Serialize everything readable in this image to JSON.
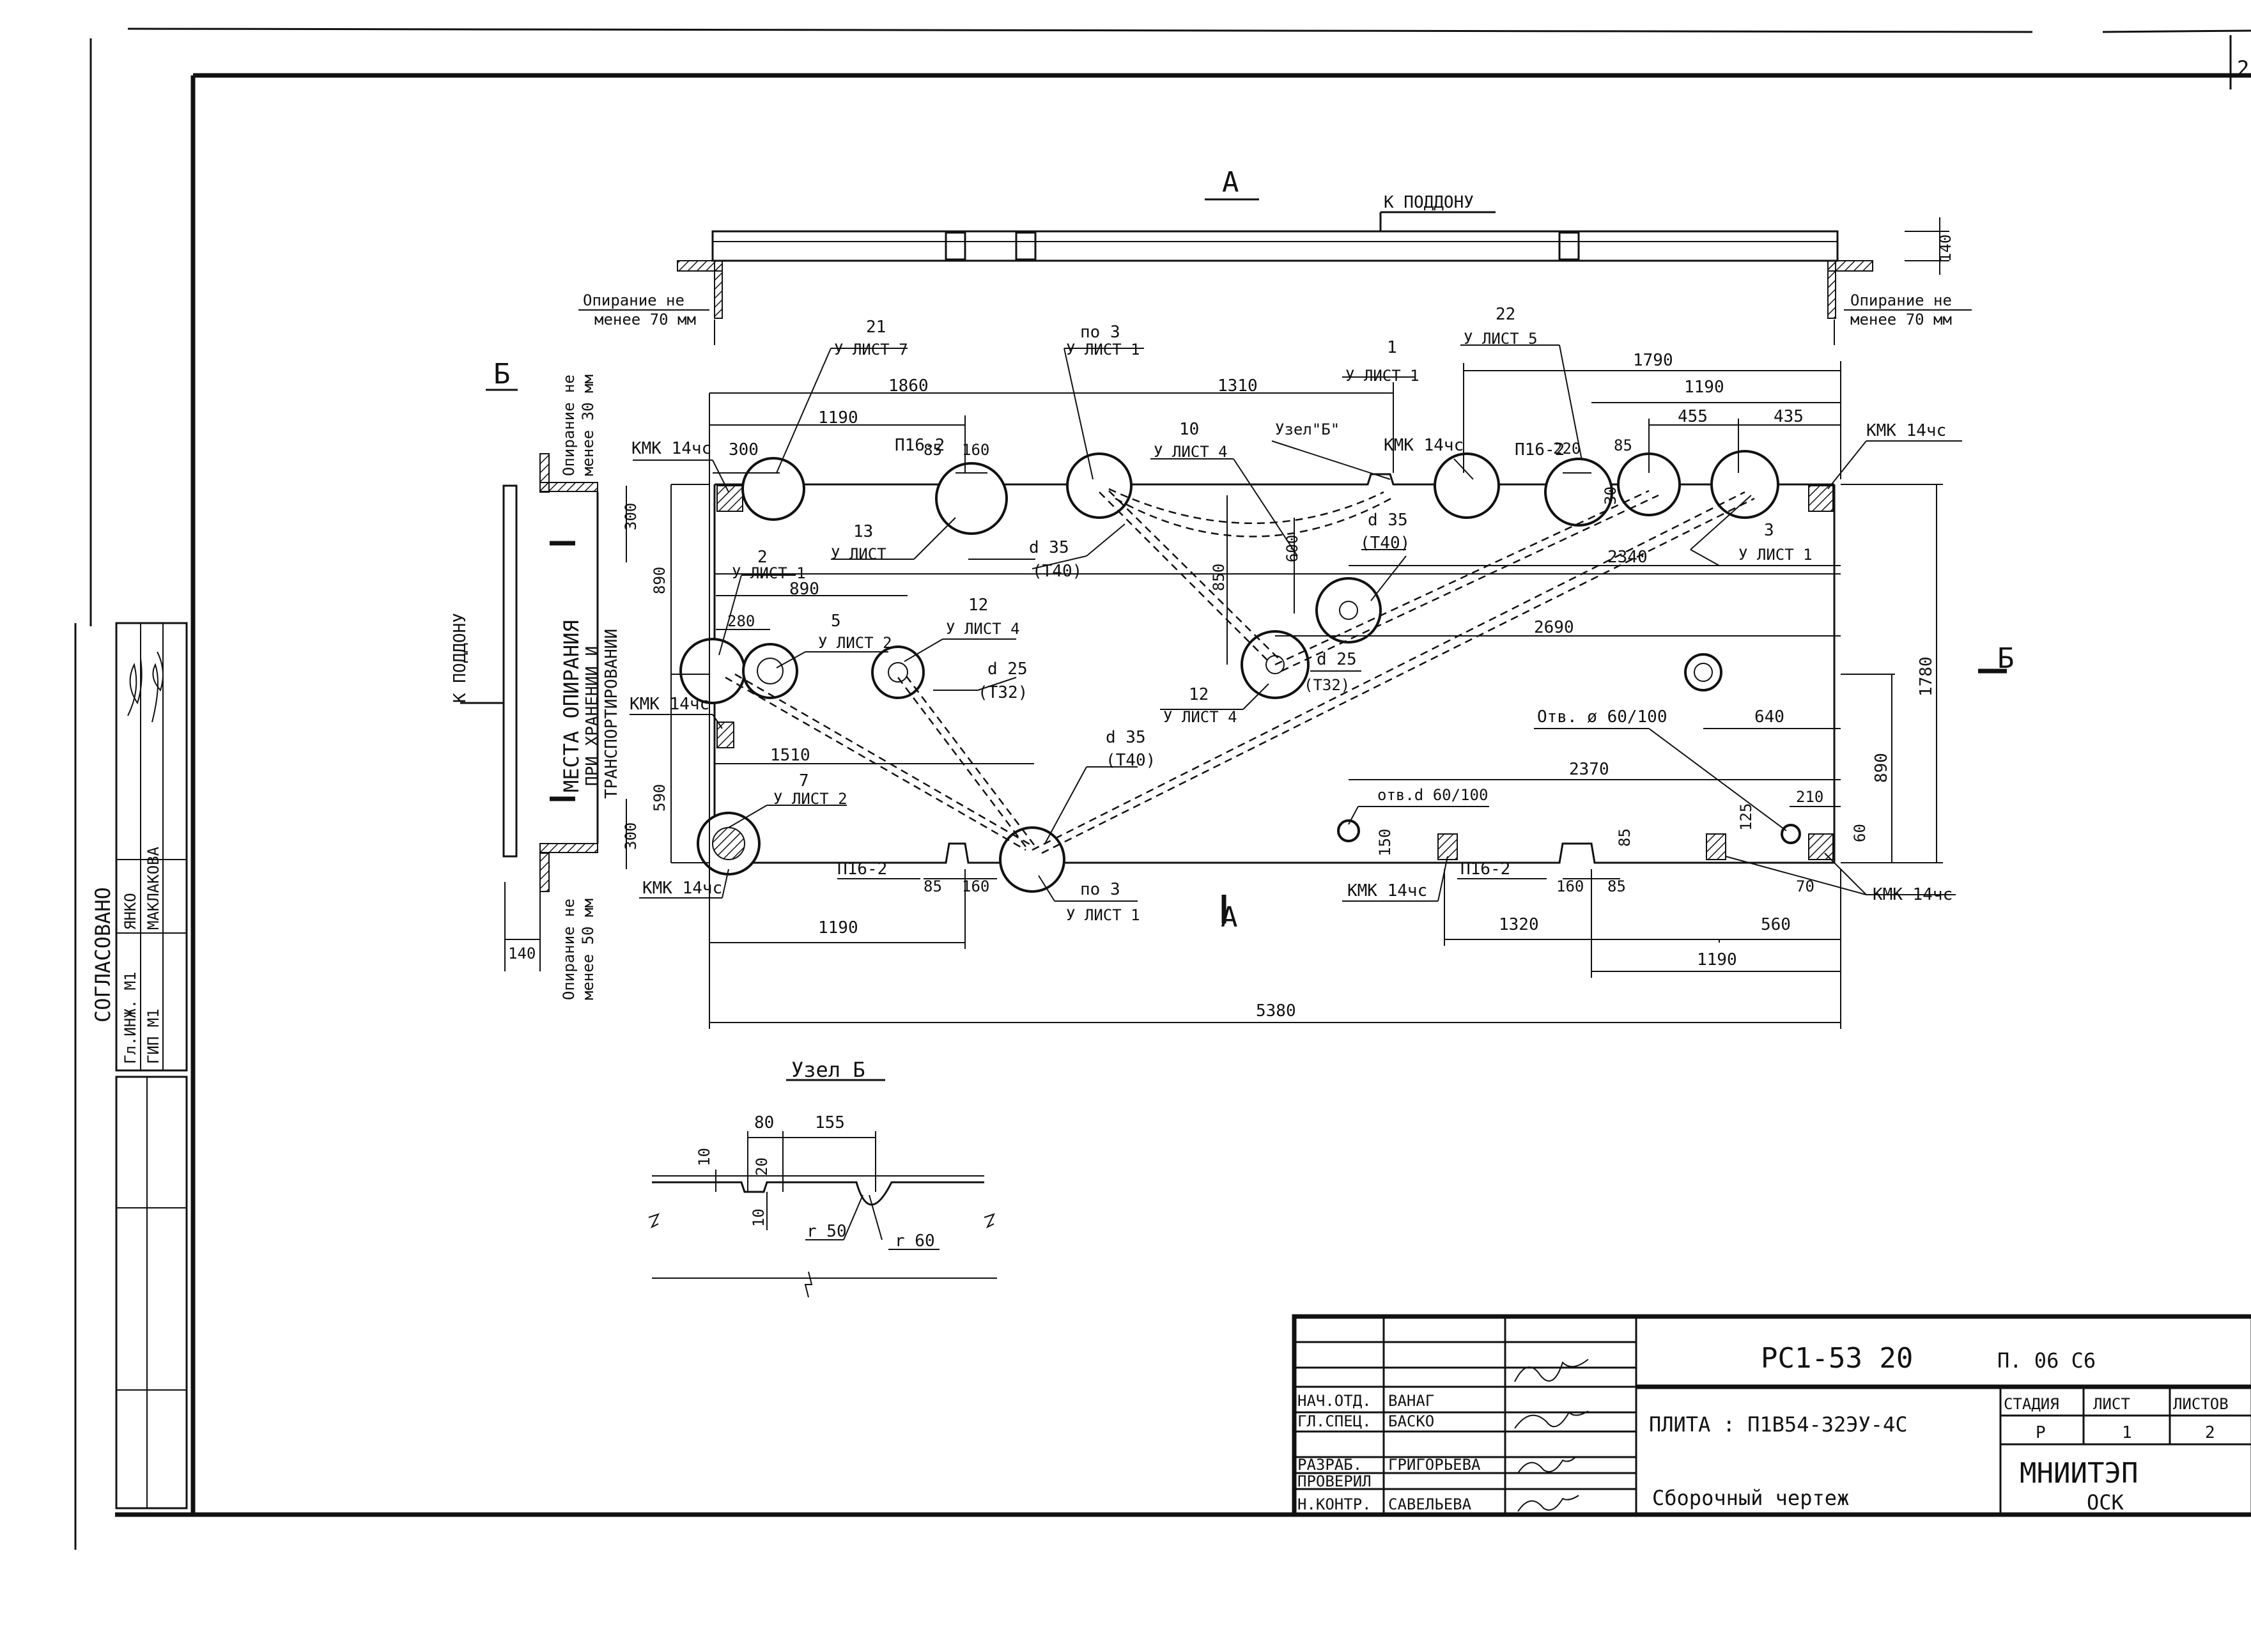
{
  "sheet": {
    "sheet_no_corner": "2"
  },
  "views": {
    "view_a": "А",
    "view_b": "Б",
    "section_a": "А",
    "section_b": "Б",
    "to_pallet": "К ПОДДОНУ",
    "support_top_left": [
      "Опирание не",
      "менее 70 мм"
    ],
    "support_top_right": [
      "Опирание не",
      "менее 70 мм"
    ],
    "support_side_top": [
      "Опирание не",
      "менее 30 мм"
    ],
    "support_side_bottom": [
      "Опирание не",
      "менее 50 мм"
    ],
    "storage_note": [
      "МЕСТА ОПИРАНИЯ",
      "ПРИ ХРАНЕНИИ И",
      "ТРАНСПОРТИРОВАНИИ"
    ]
  },
  "dimensions": {
    "d1860": "1860",
    "d1310": "1310",
    "d1790": "1790",
    "d1190": "1190",
    "d300": "300",
    "d85": "85",
    "d160": "160",
    "d220": "220",
    "d455": "455",
    "d435": "435",
    "d890": "890",
    "d280": "280",
    "d600": "600",
    "d850": "850",
    "d2340": "2340",
    "d2690": "2690",
    "d1780": "1780",
    "d640": "640",
    "d1510": "1510",
    "d590": "590",
    "d2370": "2370",
    "d210": "210",
    "d150": "150",
    "d125": "125",
    "d60": "60",
    "d70": "70",
    "d1320": "1320",
    "d560": "560",
    "d5380": "5380",
    "d140": "140",
    "d30": "30"
  },
  "labels": {
    "kmk": "КМК 14чс",
    "p16": "П16-2",
    "node_b_ref": "Узел\"Б\"",
    "pos21": [
      "21",
      "У ЛИСТ 7"
    ],
    "pos3a": [
      "по 3",
      "У ЛИСТ 1"
    ],
    "pos1": [
      "1",
      "У ЛИСТ 1"
    ],
    "pos22": [
      "22",
      "У ЛИСТ 5"
    ],
    "pos10": [
      "10",
      "У ЛИСТ 4"
    ],
    "pos13": [
      "13",
      "У ЛИСТ"
    ],
    "pos2": [
      "2",
      "У ЛИСТ 1"
    ],
    "pos5": [
      "5",
      "У ЛИСТ 2"
    ],
    "pos12a": [
      "12",
      "У ЛИСТ 4"
    ],
    "pos12b": [
      "12",
      "У ЛИСТ 4"
    ],
    "pos3b": [
      "3",
      "У ЛИСТ 1"
    ],
    "pos7": [
      "7",
      "У ЛИСТ 2"
    ],
    "pos3c": [
      "по 3",
      "У ЛИСТ 1"
    ],
    "d35a": [
      "d 35",
      "(Т40)"
    ],
    "d35b": [
      "d 35",
      "(Т40)"
    ],
    "d35c": [
      "d 35",
      "(Т40)"
    ],
    "d25a": [
      "d 25",
      "(Т32)"
    ],
    "d25b": [
      "d 25",
      "(Т32)"
    ],
    "hole_big": "Отв. ø 60/100",
    "hole_small": "отв.d 60/100"
  },
  "node_b": {
    "title": "Узел Б",
    "d80": "80",
    "d155": "155",
    "d10a": "10",
    "d20": "20",
    "d10b": "10",
    "r50": "r 50",
    "r60": "r 60"
  },
  "approval": {
    "title": "СОГЛАСОВАНО",
    "rows": [
      {
        "role": "Гл.ИНЖ. М1",
        "name": "ЯНКО"
      },
      {
        "role": "ГИП М1",
        "name": "МАКЛАКОВА"
      }
    ]
  },
  "title_block": {
    "doc_code": "РС1-53 20",
    "sheet_code": "П. 06 С6",
    "product": "ПЛИТА : П1В54-32ЭУ-4С",
    "drawing_type": "Сборочный чертеж",
    "stage_hdr": "СТАДИЯ",
    "sheet_hdr": "ЛИСТ",
    "sheets_hdr": "ЛИСТОВ",
    "stage": "Р",
    "sheet": "1",
    "sheets": "2",
    "org": "МНИИТЭП",
    "dept": "ОСК",
    "staff": [
      {
        "role": "НАЧ.ОТД.",
        "name": "ВАНАГ"
      },
      {
        "role": "ГЛ.СПЕЦ.",
        "name": "БАСКО"
      },
      {
        "role": "РАЗРАБ.",
        "name": "ГРИГОРЬЕВА"
      },
      {
        "role": "ПРОВЕРИЛ",
        "name": ""
      },
      {
        "role": "Н.КОНТР.",
        "name": "САВЕЛЬЕВА"
      }
    ]
  }
}
